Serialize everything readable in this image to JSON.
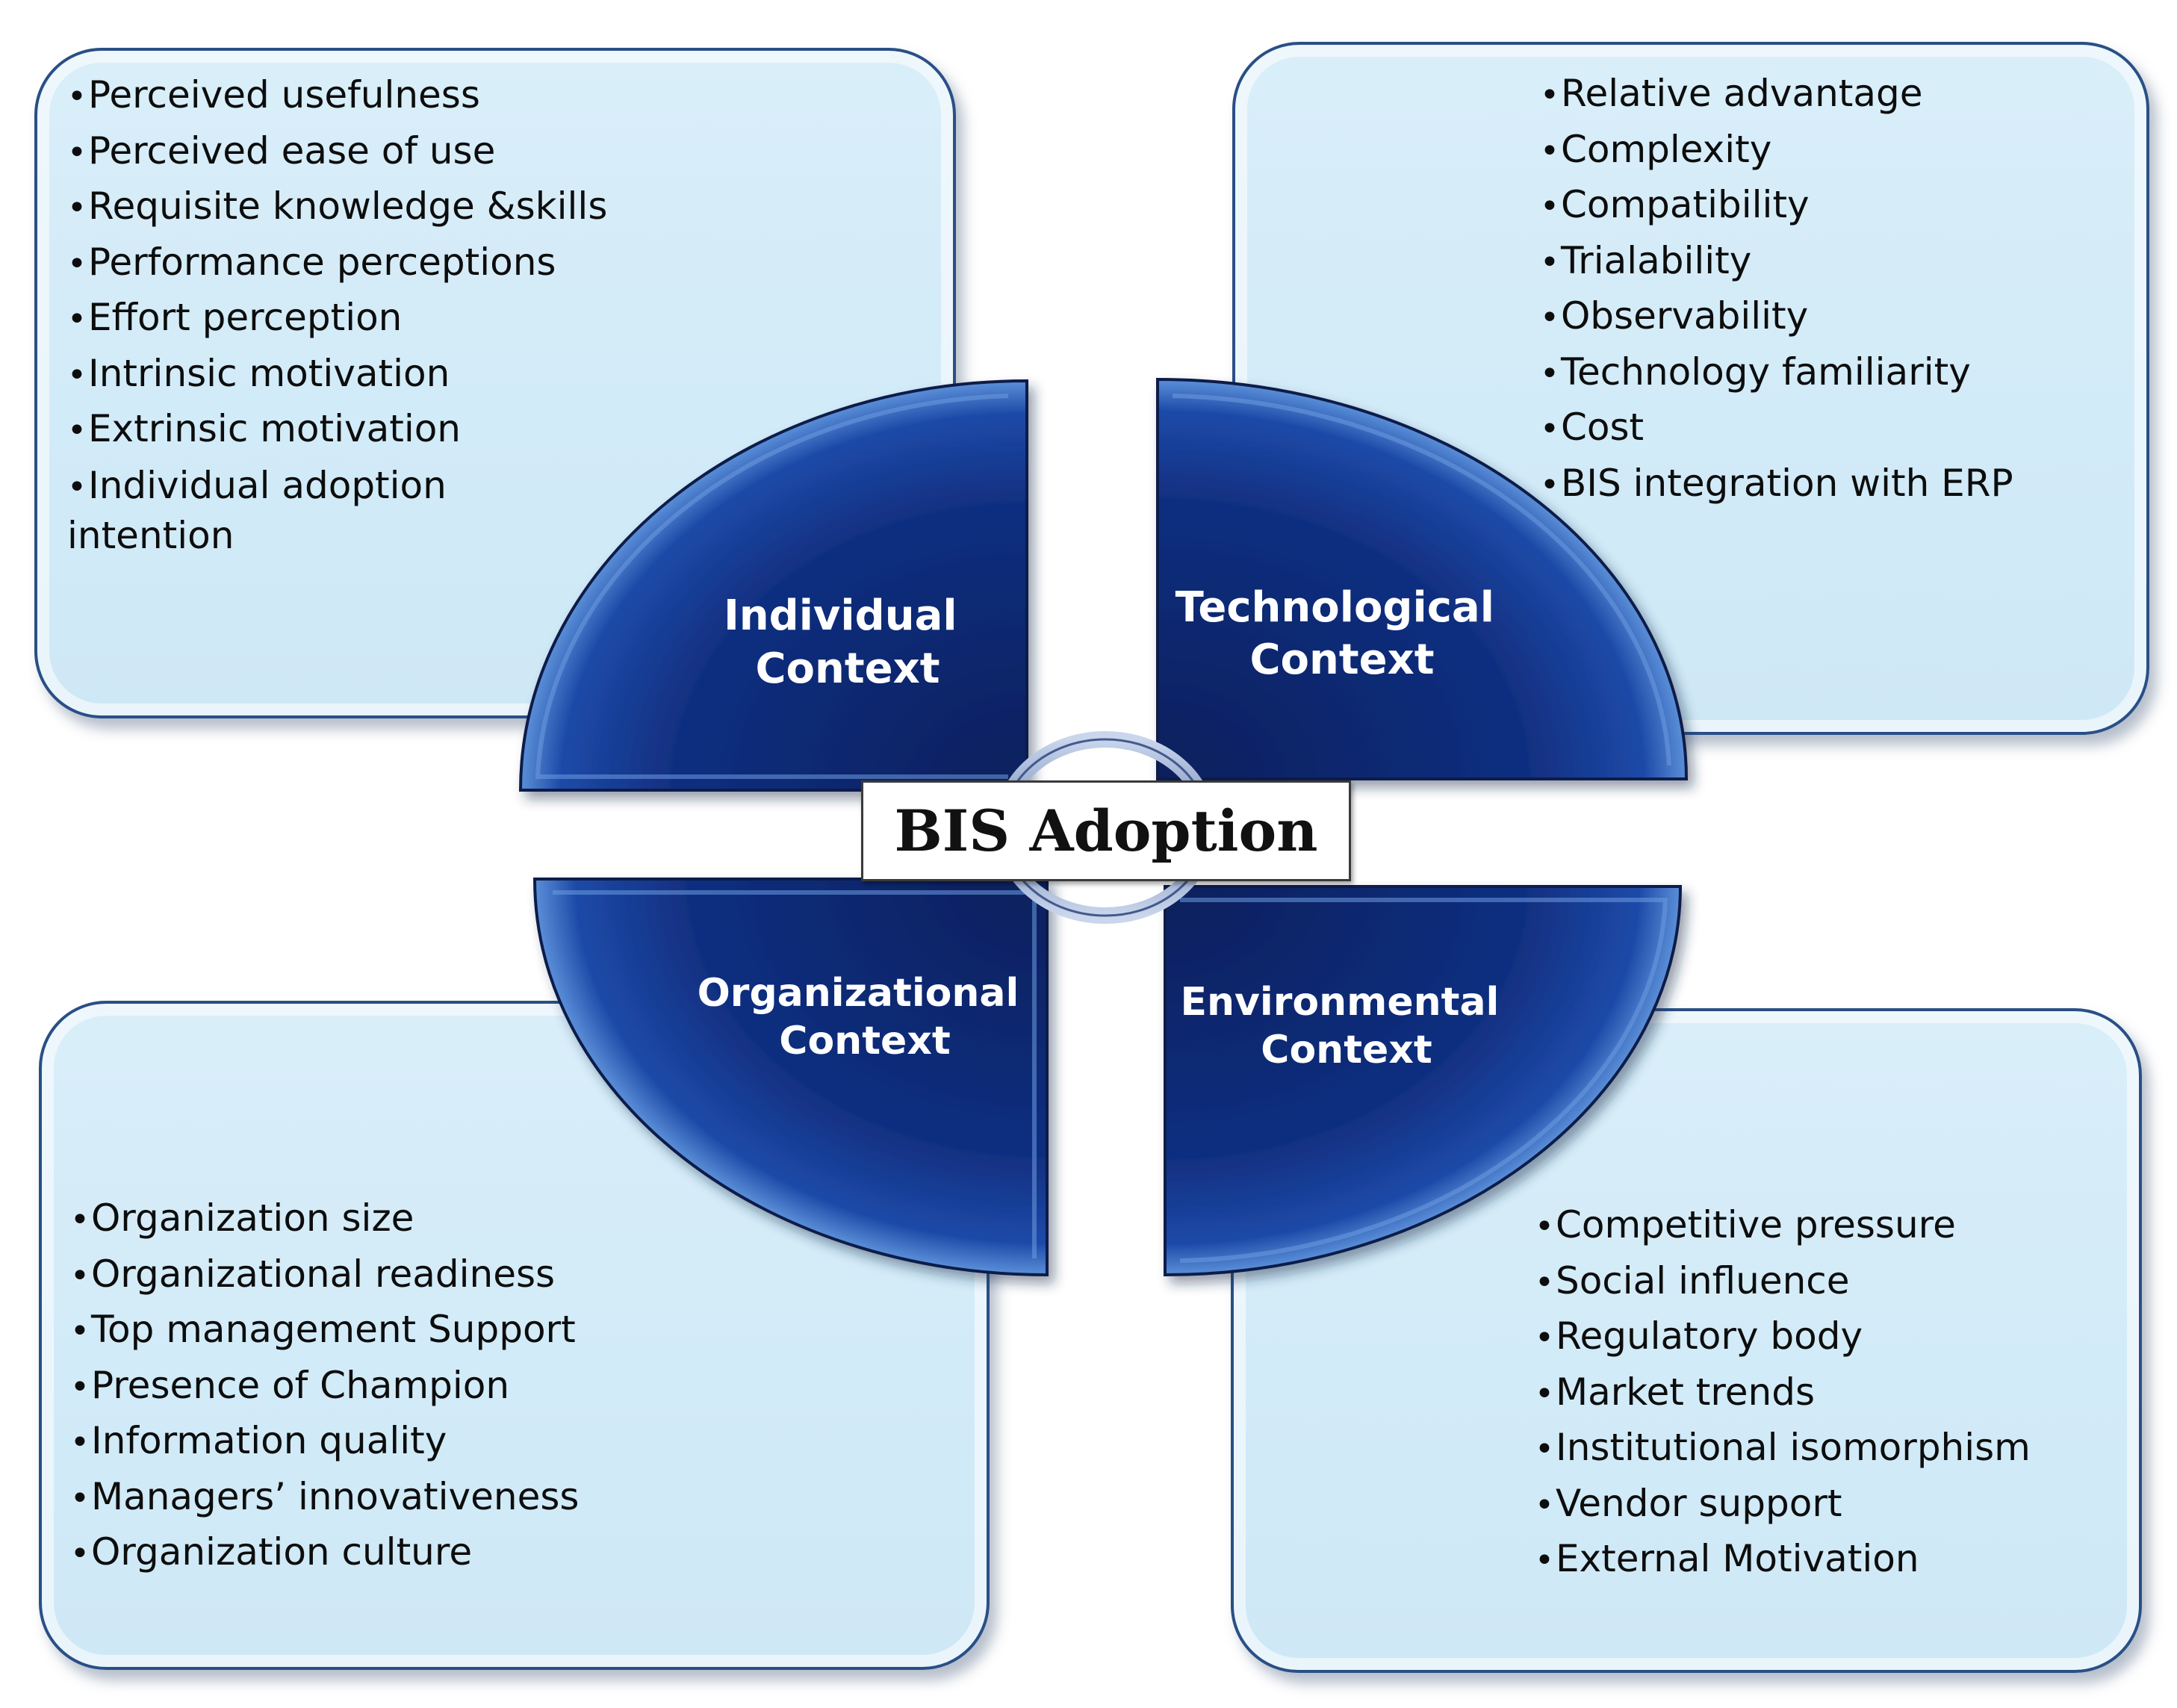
{
  "center": {
    "title": "BIS Adoption"
  },
  "quadrants": {
    "individual": {
      "label_line1": "Individual",
      "label_line2": "Context"
    },
    "technological": {
      "label_line1": "Technological",
      "label_line2": "Context"
    },
    "organizational": {
      "label_line1": "Organizational",
      "label_line2": "Context"
    },
    "environmental": {
      "label_line1": "Environmental",
      "label_line2": "Context"
    }
  },
  "lists": {
    "individual": [
      "Perceived usefulness",
      "Perceived ease of use",
      "Requisite knowledge &skills",
      "Performance perceptions",
      "Effort perception",
      "Intrinsic motivation",
      "Extrinsic motivation",
      "Individual adoption intention"
    ],
    "technological": [
      "Relative advantage",
      "Complexity",
      "Compatibility",
      "Trialability",
      "Observability",
      "Technology familiarity",
      "Cost",
      "BIS integration with ERP"
    ],
    "organizational": [
      "Organization size",
      "Organizational readiness",
      "Top management Support",
      "Presence of Champion",
      "Information quality",
      "Managers’ innovativeness",
      "Organization culture"
    ],
    "environmental": [
      "Competitive pressure",
      "Social influence",
      "Regulatory body",
      "Market trends",
      "Institutional isomorphism",
      "Vendor support",
      "External Motivation"
    ]
  },
  "colors": {
    "quadrant_dark": "#0a1f5c",
    "quadrant_mid": "#163f96",
    "quadrant_light": "#4f86d6",
    "box_fill": "#d4ecf8",
    "box_border": "#2a4f86"
  }
}
